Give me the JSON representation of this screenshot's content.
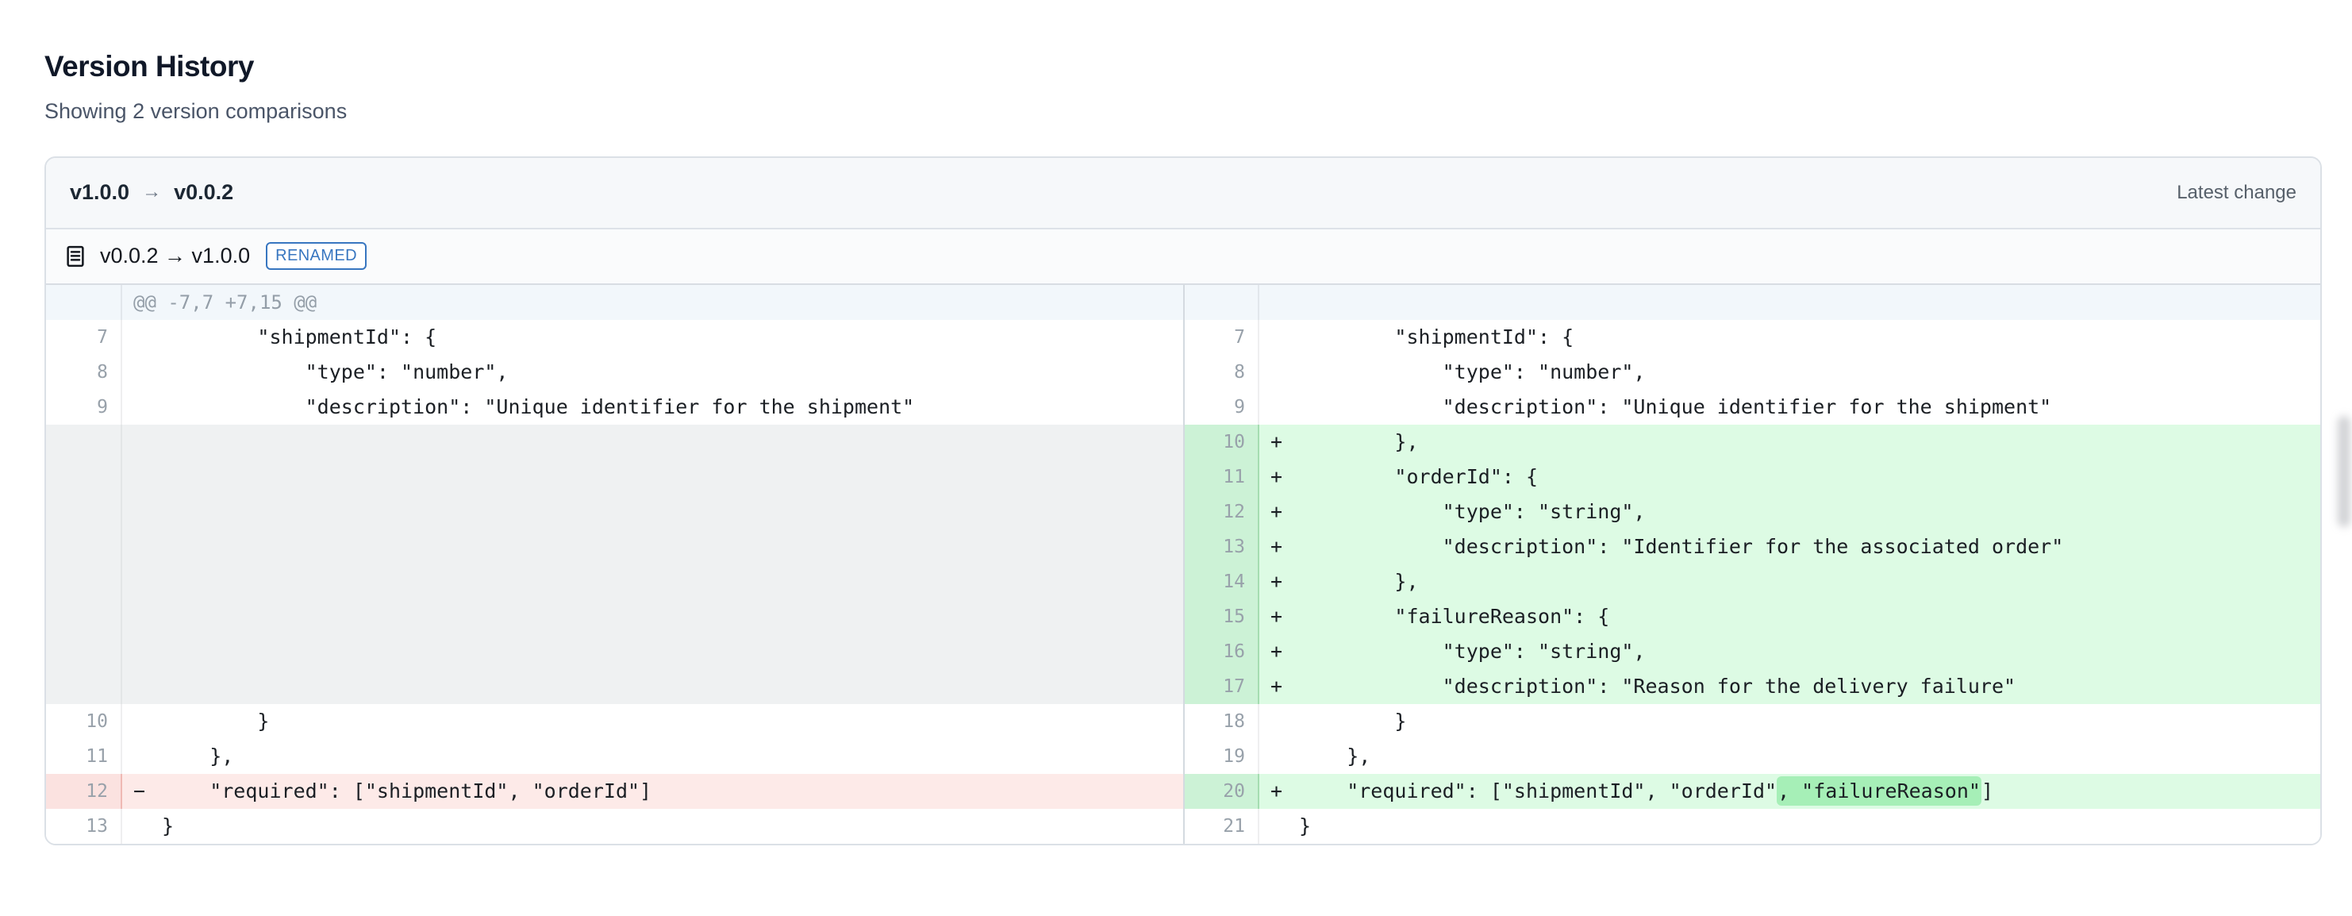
{
  "page": {
    "title": "Version History",
    "subtitle": "Showing 2 version comparisons"
  },
  "comparison": {
    "from_version": "v1.0.0",
    "arrow": "→",
    "to_version": "v0.0.2",
    "meta_label": "Latest change"
  },
  "file": {
    "icon": "file-text-icon",
    "title": "v0.0.2 → v1.0.0",
    "status_badge": "RENAMED"
  },
  "colors": {
    "badge_blue": "#3876c0",
    "card_header_bg": "#f6f8fa",
    "hunk_bg": "#f2f7fb",
    "added_code_bg": "#ddfbe4",
    "added_gutter_bg": "#ccf2d6",
    "added_word_highlight": "#a6efb7",
    "removed_code_bg": "#fdeae8",
    "removed_gutter_bg": "#fbe2e0",
    "empty_bg": "#eff1f2"
  },
  "diff": {
    "hunk_header": "@@ -7,7 +7,15 @@",
    "rows": [
      {
        "left": {
          "num": "7",
          "type": "ctx",
          "mark": "",
          "text": "        \"shipmentId\": {"
        },
        "right": {
          "num": "7",
          "type": "ctx",
          "mark": "",
          "text": "        \"shipmentId\": {"
        }
      },
      {
        "left": {
          "num": "8",
          "type": "ctx",
          "mark": "",
          "text": "            \"type\": \"number\","
        },
        "right": {
          "num": "8",
          "type": "ctx",
          "mark": "",
          "text": "            \"type\": \"number\","
        }
      },
      {
        "left": {
          "num": "9",
          "type": "ctx",
          "mark": "",
          "text": "            \"description\": \"Unique identifier for the shipment\""
        },
        "right": {
          "num": "9",
          "type": "ctx",
          "mark": "",
          "text": "            \"description\": \"Unique identifier for the shipment\""
        }
      },
      {
        "left": {
          "type": "empty"
        },
        "right": {
          "num": "10",
          "type": "add",
          "mark": "+",
          "text": "        },"
        }
      },
      {
        "left": {
          "type": "empty"
        },
        "right": {
          "num": "11",
          "type": "add",
          "mark": "+",
          "text": "        \"orderId\": {"
        }
      },
      {
        "left": {
          "type": "empty"
        },
        "right": {
          "num": "12",
          "type": "add",
          "mark": "+",
          "text": "            \"type\": \"string\","
        }
      },
      {
        "left": {
          "type": "empty"
        },
        "right": {
          "num": "13",
          "type": "add",
          "mark": "+",
          "text": "            \"description\": \"Identifier for the associated order\""
        }
      },
      {
        "left": {
          "type": "empty"
        },
        "right": {
          "num": "14",
          "type": "add",
          "mark": "+",
          "text": "        },"
        }
      },
      {
        "left": {
          "type": "empty"
        },
        "right": {
          "num": "15",
          "type": "add",
          "mark": "+",
          "text": "        \"failureReason\": {"
        }
      },
      {
        "left": {
          "type": "empty"
        },
        "right": {
          "num": "16",
          "type": "add",
          "mark": "+",
          "text": "            \"type\": \"string\","
        }
      },
      {
        "left": {
          "type": "empty"
        },
        "right": {
          "num": "17",
          "type": "add",
          "mark": "+",
          "text": "            \"description\": \"Reason for the delivery failure\""
        }
      },
      {
        "left": {
          "num": "10",
          "type": "ctx",
          "mark": "",
          "text": "        }"
        },
        "right": {
          "num": "18",
          "type": "ctx",
          "mark": "",
          "text": "        }"
        }
      },
      {
        "left": {
          "num": "11",
          "type": "ctx",
          "mark": "",
          "text": "    },"
        },
        "right": {
          "num": "19",
          "type": "ctx",
          "mark": "",
          "text": "    },"
        }
      },
      {
        "left": {
          "num": "12",
          "type": "del",
          "mark": "−",
          "text": "    \"required\": [\"shipmentId\", \"orderId\"]"
        },
        "right": {
          "num": "20",
          "type": "add",
          "mark": "+",
          "segments": [
            {
              "text": "    \"required\": [\"shipmentId\", \"orderId\""
            },
            {
              "text": ", \"failureReason\"",
              "highlight": true
            },
            {
              "text": "]"
            }
          ]
        }
      },
      {
        "left": {
          "num": "13",
          "type": "ctx",
          "mark": "",
          "text": "}"
        },
        "right": {
          "num": "21",
          "type": "ctx",
          "mark": "",
          "text": "}"
        }
      }
    ]
  }
}
